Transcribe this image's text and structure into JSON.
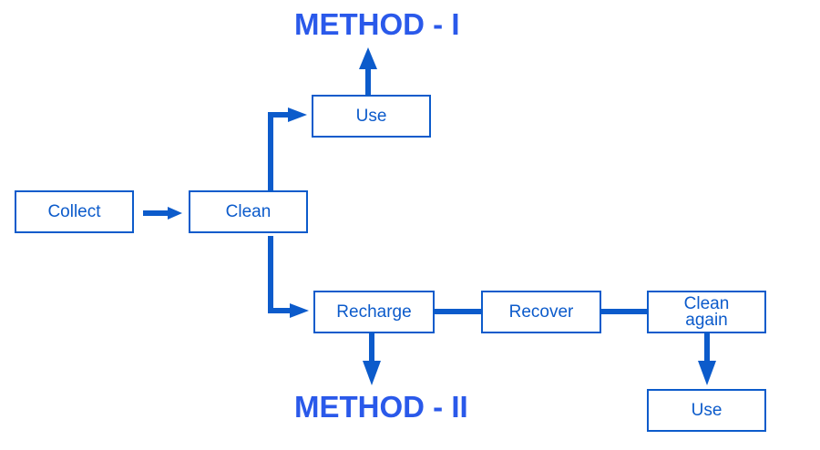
{
  "colors": {
    "box_stroke": "#0c5bcb",
    "arrow": "#0c5bcb",
    "title": "#2a59ea",
    "background": "#ffffff"
  },
  "titles": {
    "method_1": "METHOD - I",
    "method_2": "METHOD - II"
  },
  "nodes": {
    "collect": "Collect",
    "clean": "Clean",
    "use_1": "Use",
    "recharge": "Recharge",
    "recover": "Recover",
    "clean_again": "Clean\nagain",
    "use_2": "Use"
  }
}
